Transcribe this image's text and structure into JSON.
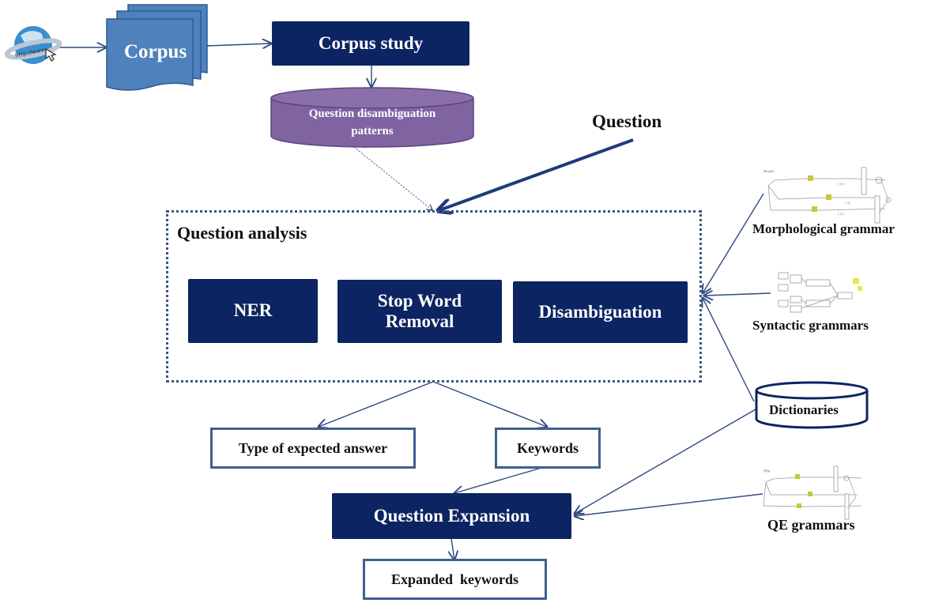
{
  "diagram": {
    "source": {
      "icon": "web-globe-http-icon",
      "icon_text": "http://www"
    },
    "corpus": {
      "label": "Corpus",
      "icon": "multi-document-icon"
    },
    "corpus_study": {
      "label": "Corpus study"
    },
    "patterns_db": {
      "label_line1": "Question disambiguation",
      "label_line2": "patterns",
      "icon": "database-cylinder-icon"
    },
    "question_input": {
      "label": "Question"
    },
    "question_analysis": {
      "title": "Question analysis",
      "steps": [
        {
          "label": "NER"
        },
        {
          "label_line1": "Stop Word",
          "label_line2": "Removal"
        },
        {
          "label": "Disambiguation"
        }
      ]
    },
    "outputs": {
      "expected_answer": {
        "label": "Type of expected answer"
      },
      "keywords": {
        "label": "Keywords"
      }
    },
    "question_expansion": {
      "label": "Question Expansion"
    },
    "expanded_keywords": {
      "label": "Expanded  keywords"
    },
    "resources": {
      "morphological": {
        "label": "Morphological grammar",
        "icon": "grammar-graph-icon"
      },
      "syntactic": {
        "label": "Syntactic grammars",
        "icon": "grammar-graph-icon"
      },
      "dictionaries": {
        "label": "Dictionaries",
        "icon": "database-cylinder-icon"
      },
      "qe": {
        "label": "QE grammars",
        "icon": "grammar-graph-icon"
      }
    },
    "colors": {
      "navy": "#0c2461",
      "corpus_blue": "#4f81bd",
      "patterns_purple": "#8064a2",
      "arrow": "#2e4a80",
      "border": "#3f5f93"
    }
  }
}
